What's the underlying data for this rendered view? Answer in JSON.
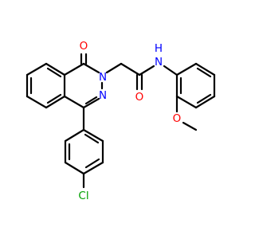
{
  "molecule": {
    "colors": {
      "carbon_bond": "#000000",
      "oxygen": "#ff0000",
      "nitrogen": "#0000ff",
      "chlorine": "#00a000",
      "background": "#ffffff"
    },
    "atoms": {
      "carbonyl_oxygen_ring": "O",
      "ring_nitrogen_2": "N",
      "ring_nitrogen_3": "N",
      "amide_oxygen": "O",
      "amide_nitrogen": "N",
      "amide_hydrogen": "H",
      "methoxy_oxygen": "O",
      "chlorine": "Cl"
    }
  }
}
